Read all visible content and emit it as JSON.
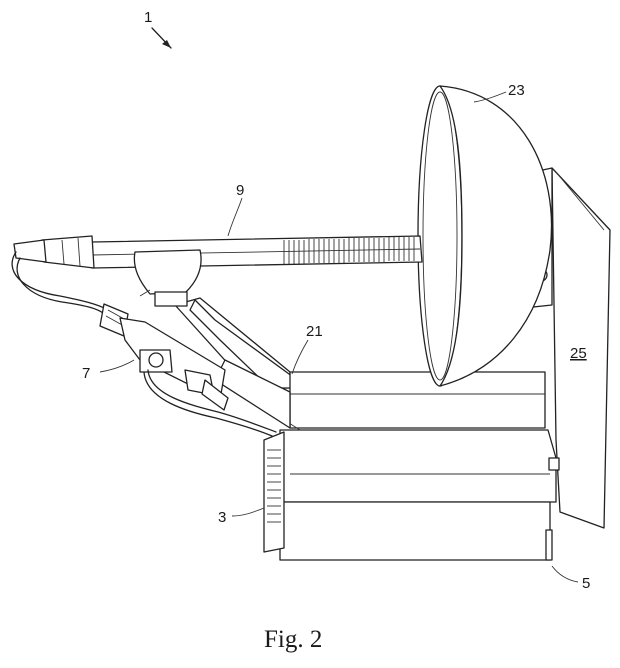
{
  "figure": {
    "caption": "Fig. 2",
    "labels": {
      "ref_1": "1",
      "ref_3": "3",
      "ref_5": "5",
      "ref_7": "7",
      "ref_9": "9",
      "ref_21": "21",
      "ref_23": "23",
      "ref_25": "25"
    }
  }
}
